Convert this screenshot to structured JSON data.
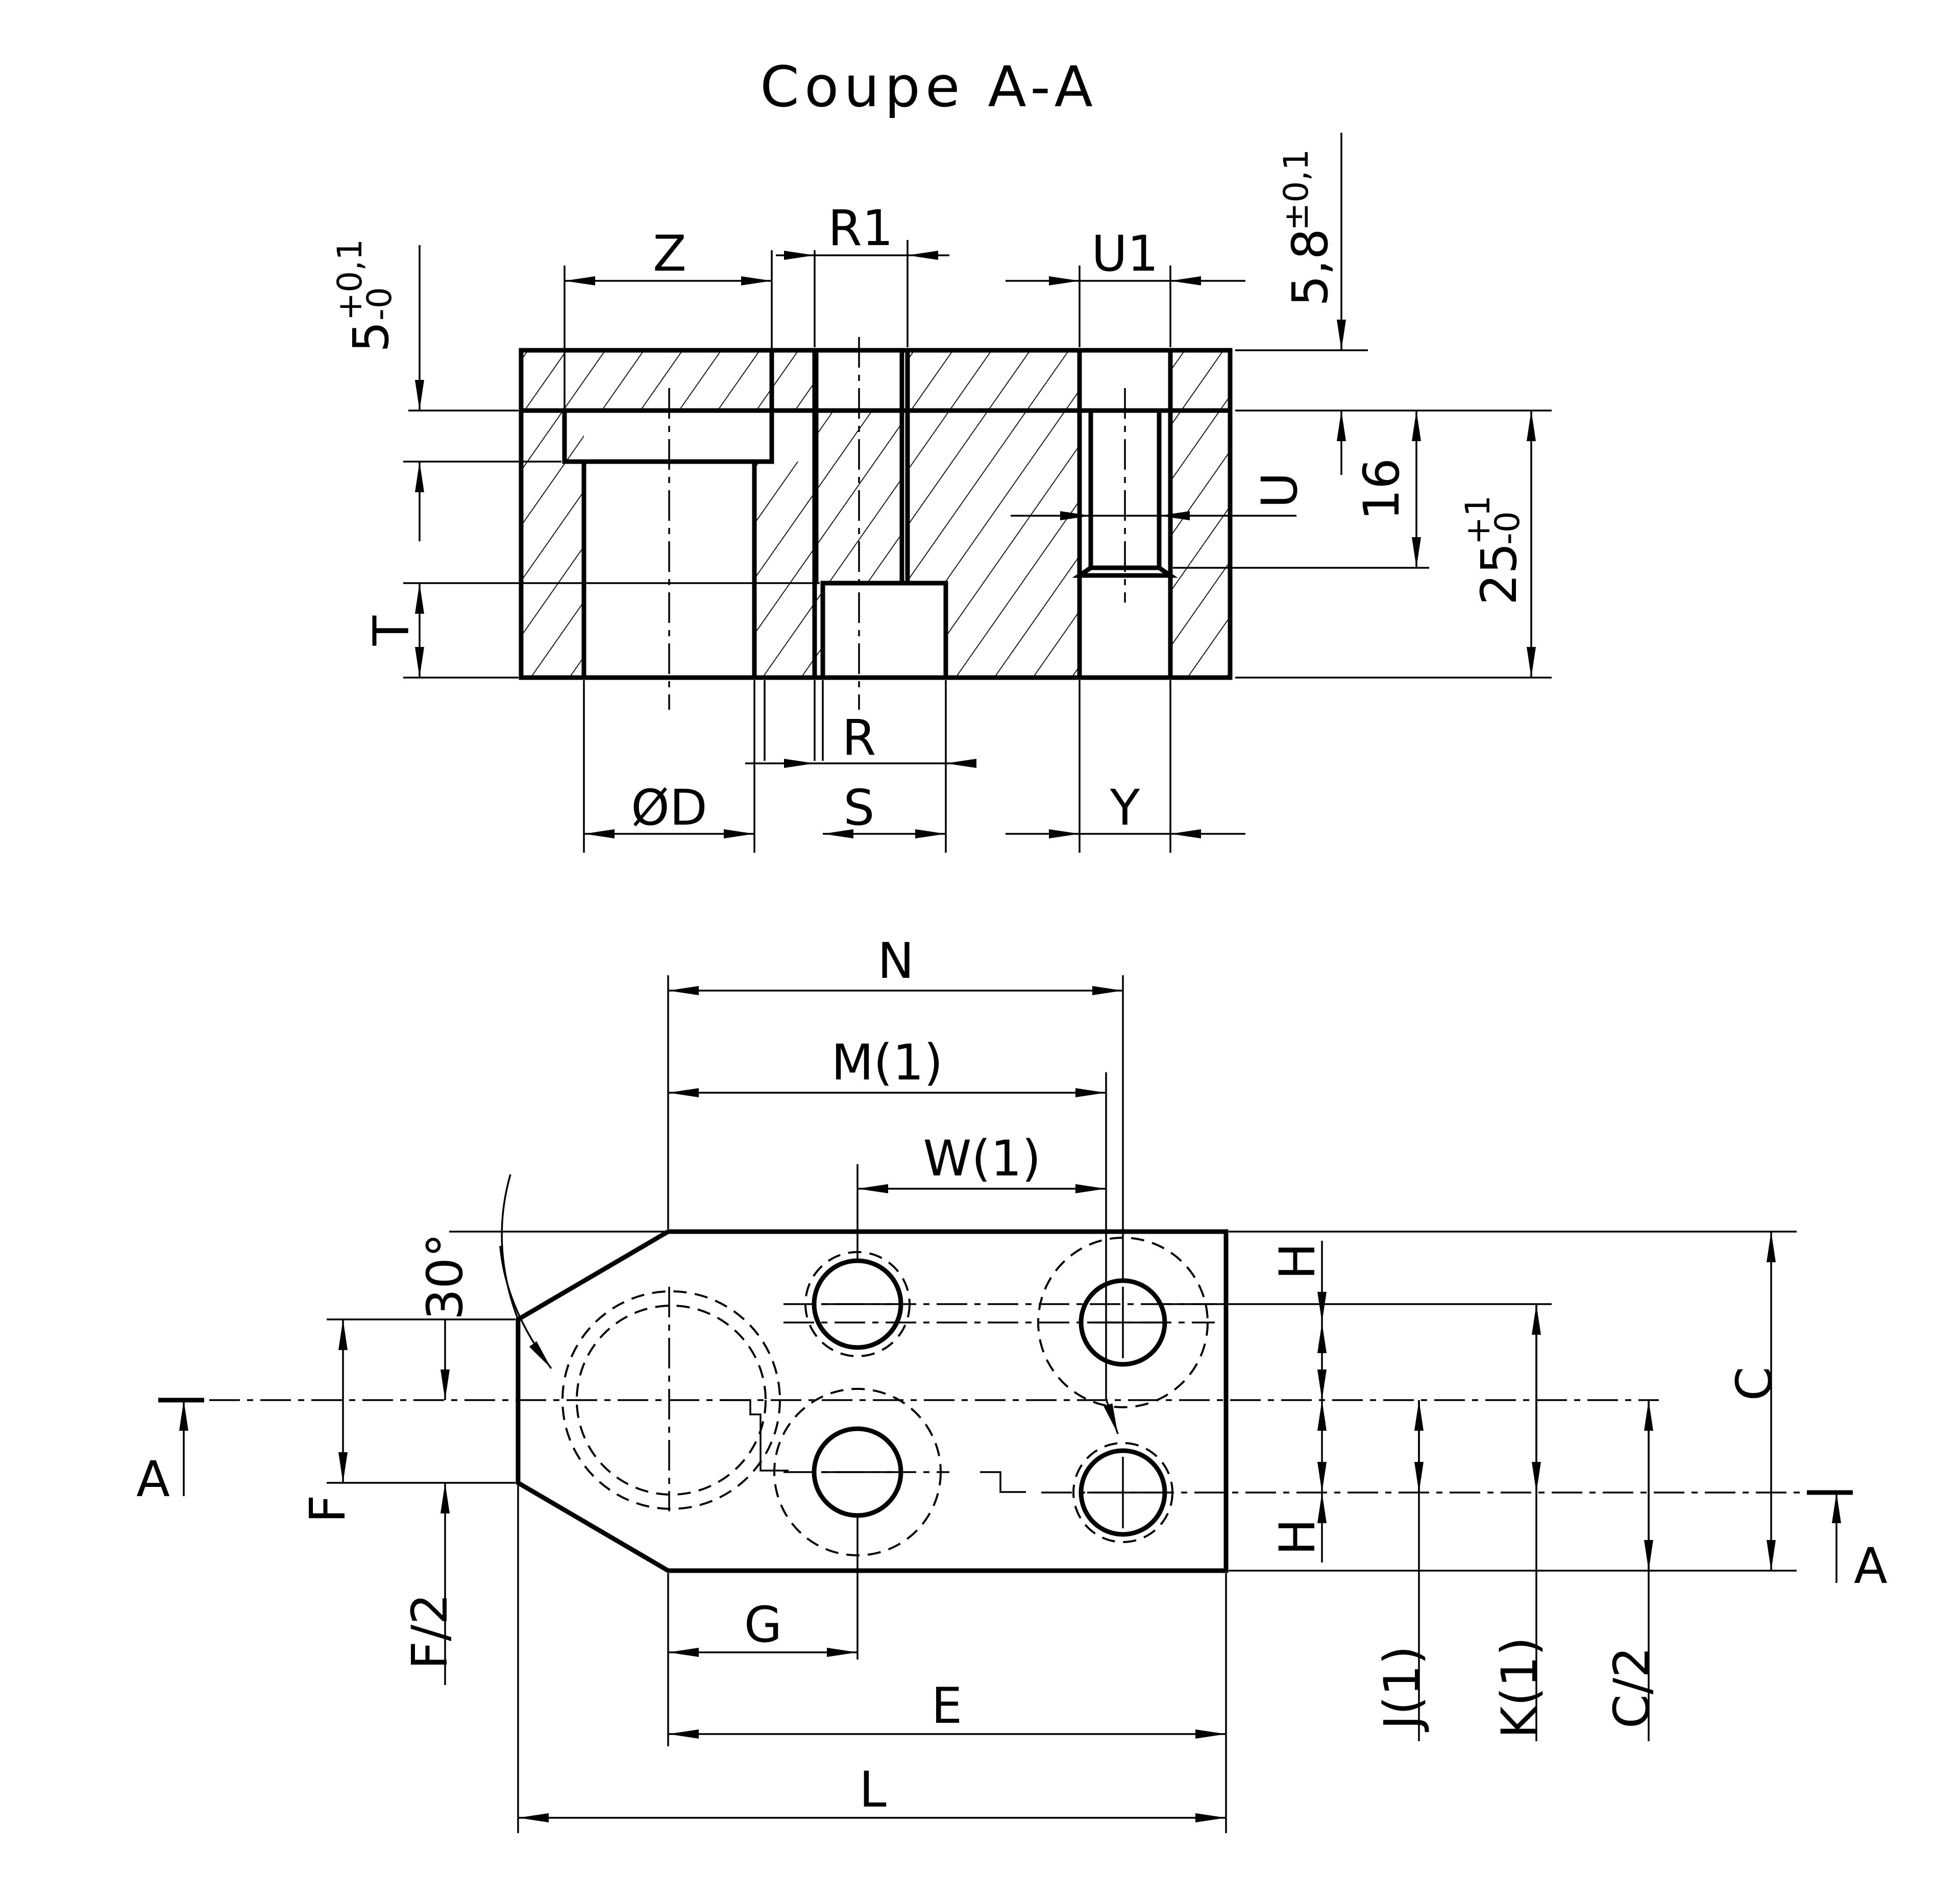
{
  "title": "Coupe A-A",
  "section_labels": {
    "top_thickness": "5",
    "top_thickness_upper_tol": "+0,1",
    "top_thickness_lower_tol": "-0",
    "depth_right": "5,8",
    "depth_right_tol": "±0,1",
    "z": "Z",
    "r1": "R1",
    "u1": "U1",
    "u": "U",
    "t": "T",
    "height_16": "16",
    "height_25": "25",
    "height_25_upper_tol": "+1",
    "height_25_lower_tol": "-0",
    "r": "R",
    "d": "ØD",
    "s": "S",
    "y": "Y"
  },
  "plan_labels": {
    "n": "N",
    "m1": "M(1)",
    "w1": "W(1)",
    "angle": "30°",
    "h_top": "H",
    "h_bottom": "H",
    "c": "C",
    "a_left": "A",
    "a_right": "A",
    "f": "F",
    "f2": "F/2",
    "g": "G",
    "e": "E",
    "l": "L",
    "j1": "J(1)",
    "k1": "K(1)",
    "c2": "C/2"
  }
}
